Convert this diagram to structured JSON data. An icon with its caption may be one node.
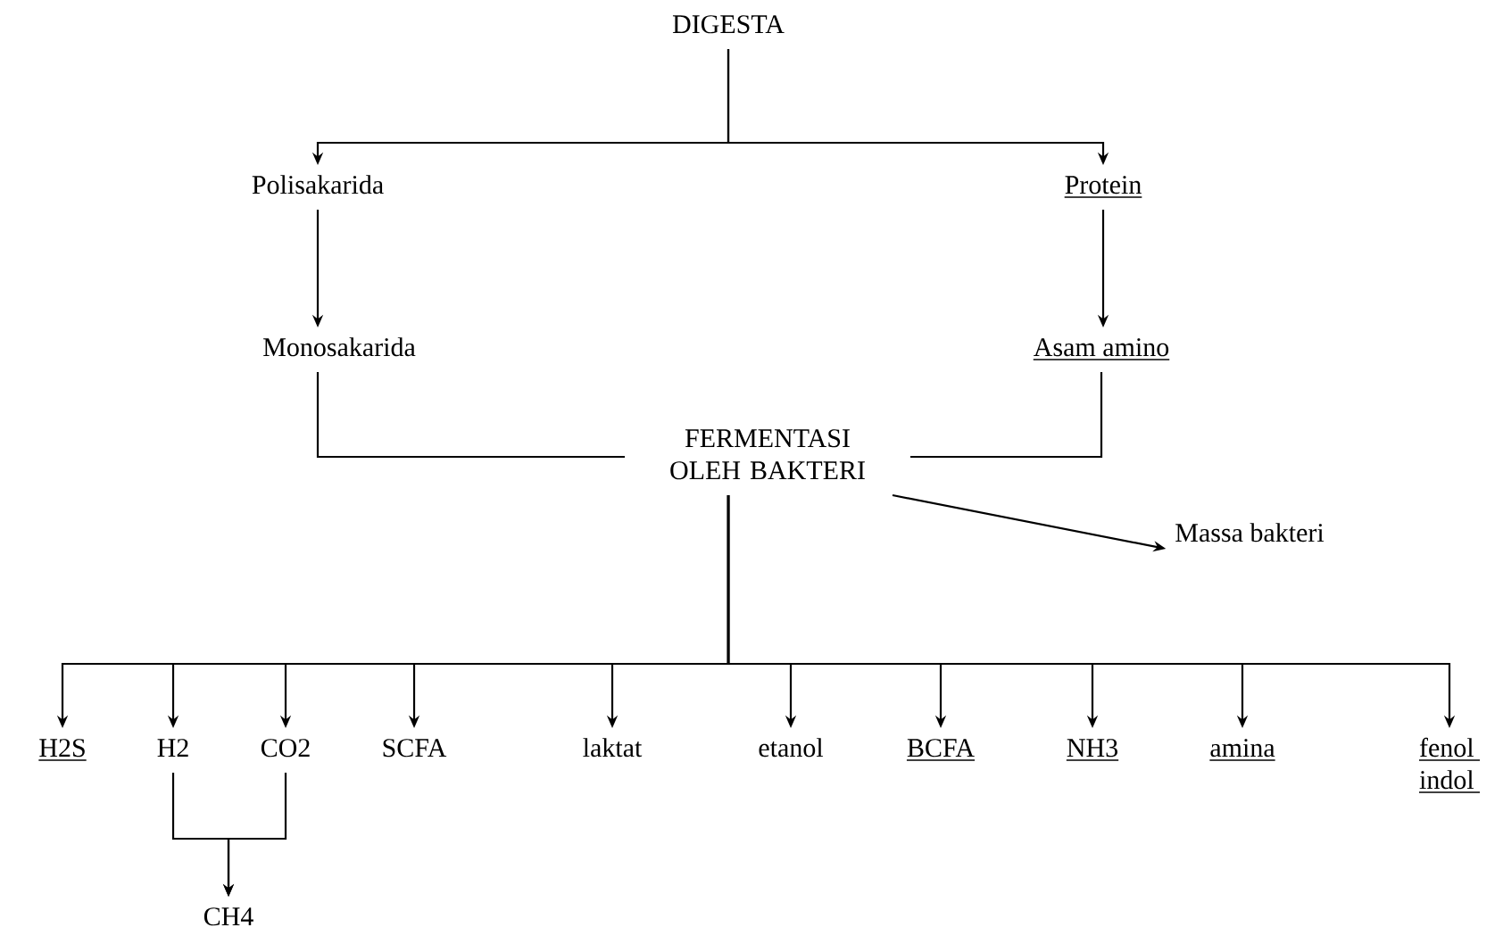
{
  "diagram": {
    "nodes": [
      {
        "text": [
          "DIGESTA"
        ]
      },
      {
        "text": [
          "Polisakarida"
        ]
      },
      {
        "text": [
          "Protein"
        ]
      },
      {
        "text": [
          "Monosakarida"
        ]
      },
      {
        "text": [
          "Asam amino"
        ]
      },
      {
        "text": [
          "FERMENTASI OLEH BAKTERI"
        ]
      },
      {
        "text": [
          "Massa bakteri"
        ]
      },
      {
        "text": [
          "H2S"
        ]
      },
      {
        "text": [
          "H2"
        ]
      },
      {
        "text": [
          "CO2"
        ]
      },
      {
        "text": [
          "SCFA"
        ]
      },
      {
        "text": [
          "laktat"
        ]
      },
      {
        "text": [
          "etanol"
        ]
      },
      {
        "text": [
          "BCFA"
        ]
      },
      {
        "text": [
          "NH3"
        ]
      },
      {
        "text": [
          "amina"
        ]
      },
      {
        "text": [
          "fenol indol"
        ]
      },
      {
        "text": [
          "CH4"
        ]
      }
    ],
    "edges": [
      {
        "from": 0,
        "to": 1,
        "arrow": "to"
      },
      {
        "from": 0,
        "to": 2,
        "arrow": "to"
      },
      {
        "from": 1,
        "to": 3,
        "arrow": "to"
      },
      {
        "from": 2,
        "to": 4,
        "arrow": "to"
      },
      {
        "from": 3,
        "to": 5,
        "arrow": "none"
      },
      {
        "from": 4,
        "to": 5,
        "arrow": "none"
      },
      {
        "from": 5,
        "to": 6,
        "arrow": "to"
      },
      {
        "from": 5,
        "to": 7,
        "arrow": "to"
      },
      {
        "from": 5,
        "to": 8,
        "arrow": "to"
      },
      {
        "from": 5,
        "to": 9,
        "arrow": "to"
      },
      {
        "from": 5,
        "to": 10,
        "arrow": "to"
      },
      {
        "from": 5,
        "to": 11,
        "arrow": "to"
      },
      {
        "from": 5,
        "to": 12,
        "arrow": "to"
      },
      {
        "from": 5,
        "to": 13,
        "arrow": "to"
      },
      {
        "from": 5,
        "to": 14,
        "arrow": "to"
      },
      {
        "from": 5,
        "to": 15,
        "arrow": "to"
      },
      {
        "from": 5,
        "to": 16,
        "arrow": "to"
      },
      {
        "from": 8,
        "to": 17,
        "arrow": "to"
      },
      {
        "from": 9,
        "to": 17,
        "arrow": "to"
      }
    ]
  }
}
